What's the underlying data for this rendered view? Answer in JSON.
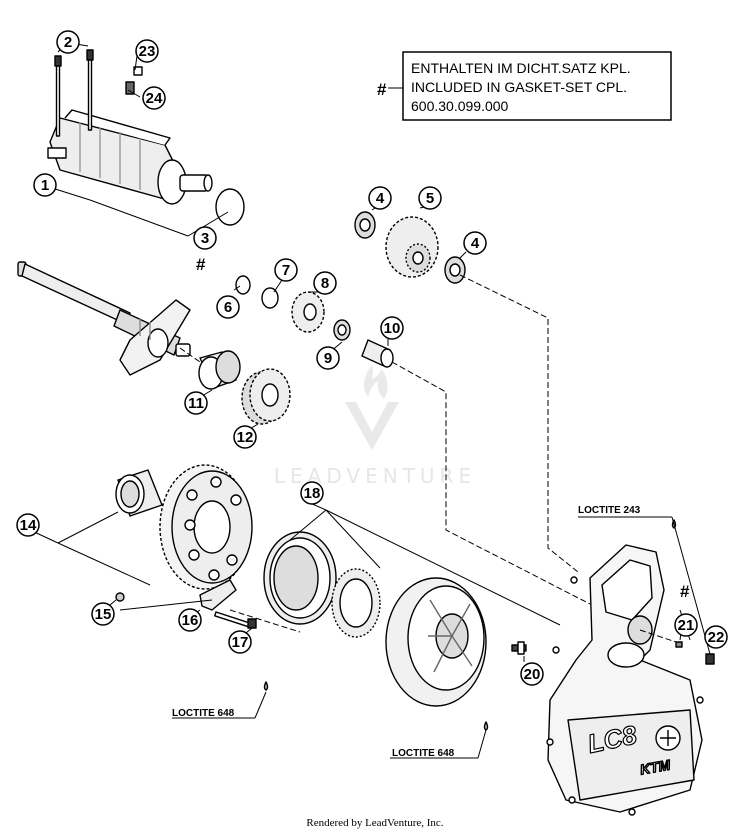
{
  "kit_note": {
    "marker": "#",
    "line1": "ENTHALTEN IM DICHT.SATZ KPL.",
    "line2": "INCLUDED IN GASKET-SET CPL.",
    "line3": "600.30.099.000"
  },
  "callouts": [
    "1",
    "2",
    "3",
    "4",
    "4",
    "5",
    "6",
    "7",
    "8",
    "9",
    "10",
    "11",
    "12",
    "14",
    "15",
    "16",
    "17",
    "18",
    "20",
    "21",
    "22",
    "23",
    "24"
  ],
  "gasket_markers": [
    "#",
    "#"
  ],
  "labels": {
    "loctite_243": "LOCTITE 243",
    "loctite_648_a": "LOCTITE 648",
    "loctite_648_b": "LOCTITE 648"
  },
  "cover_marks": {
    "brand": "LC8",
    "badge": "KTM"
  },
  "watermark": "LEADVENTURE",
  "footer": "Rendered by LeadVenture, Inc."
}
